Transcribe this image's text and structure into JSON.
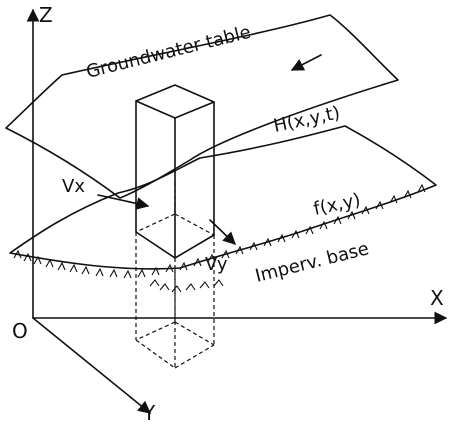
{
  "axes": {
    "z_label": "Z",
    "x_label": "X",
    "y_label": "Y",
    "origin_label": "O"
  },
  "surfaces": {
    "water_table_label": "Groundwater table",
    "head_label": "H(x,y,t)",
    "base_function_label": "f(x,y)",
    "base_label": "Imperv. base"
  },
  "velocities": {
    "vx_label": "Vx",
    "vy_label": "Vy"
  }
}
